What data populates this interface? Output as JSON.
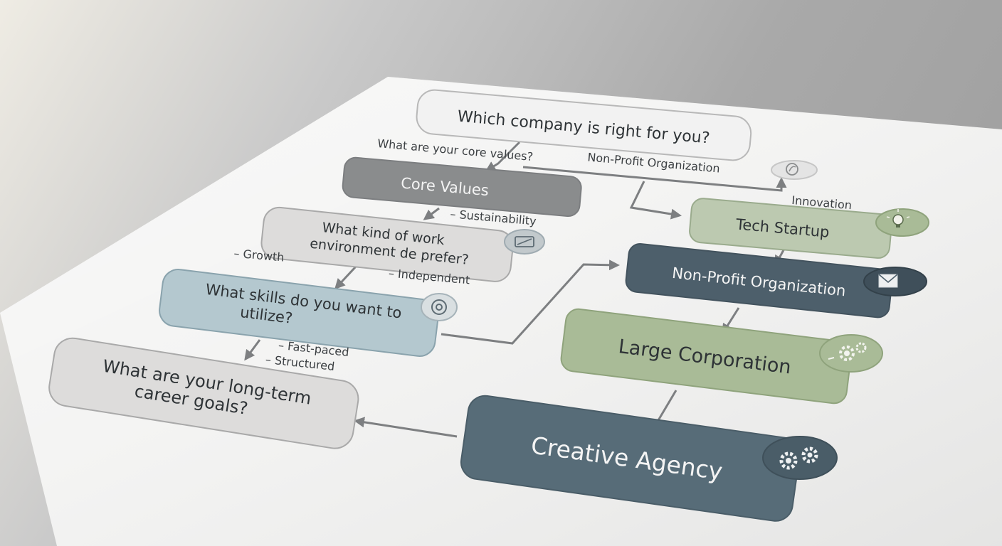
{
  "title": "Which company is right for you?",
  "nodes": {
    "core_values": "Core Values",
    "work_environment": "What kind of work environment de prefer?",
    "skills": "What skills do you want to utilize?",
    "career_goals": "What are your long-term career goals?",
    "tech_startup": "Tech Startup",
    "non_profit": "Non-Profit Organization",
    "large_corporation": "Large Corporation",
    "creative_agency": "Creative Agency"
  },
  "annotations": {
    "core_values_question": "What are your core values?",
    "non_profit_label": "Non-Profit Organization",
    "innovation": "Innovation",
    "sustainability": "– Sustainability",
    "growth": "– Growth",
    "independent": "– Independent",
    "fast_paced": "– Fast-paced",
    "structured": "– Structured"
  },
  "icons": {
    "non_profit_top": "leaf-icon",
    "tech_startup": "lightbulb-icon",
    "work_environment": "workspace-icon",
    "non_profit": "envelope-icon",
    "skills": "target-icon",
    "large_corporation": "gears-icon",
    "creative_agency": "gears-icon"
  },
  "colors": {
    "paper": "#f3f3f2",
    "dark_slate": "#4d5f6b",
    "sage": "#a9bb97",
    "blue_grey": "#b4c8cf",
    "mid_grey": "#8a8c8d"
  }
}
